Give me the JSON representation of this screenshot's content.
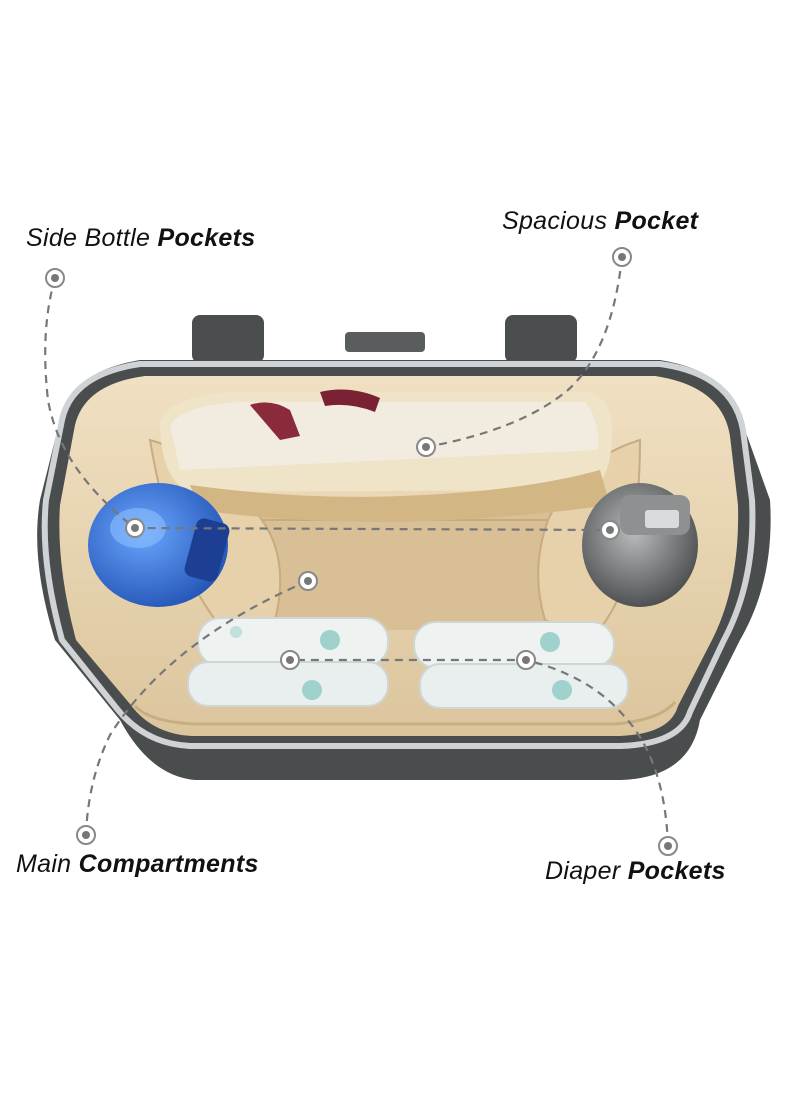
{
  "callouts": {
    "side_bottle": {
      "light": "Side Bottle ",
      "bold": "Pockets"
    },
    "spacious": {
      "light": "Spacious ",
      "bold": "Pocket"
    },
    "main": {
      "light": "Main ",
      "bold": "Compartments"
    },
    "diaper": {
      "light": "Diaper ",
      "bold": "Pockets"
    }
  },
  "colors": {
    "bag_shell": "#4a4d4e",
    "lining": "#e9d6b4",
    "lining_shadow": "#c9ad82",
    "zipper": "#cfd3d6",
    "bottle_blue": "#2f6fd6",
    "bottle_grey": "#6f7173",
    "diaper": "#eef2f1",
    "leader_line": "#777777"
  }
}
